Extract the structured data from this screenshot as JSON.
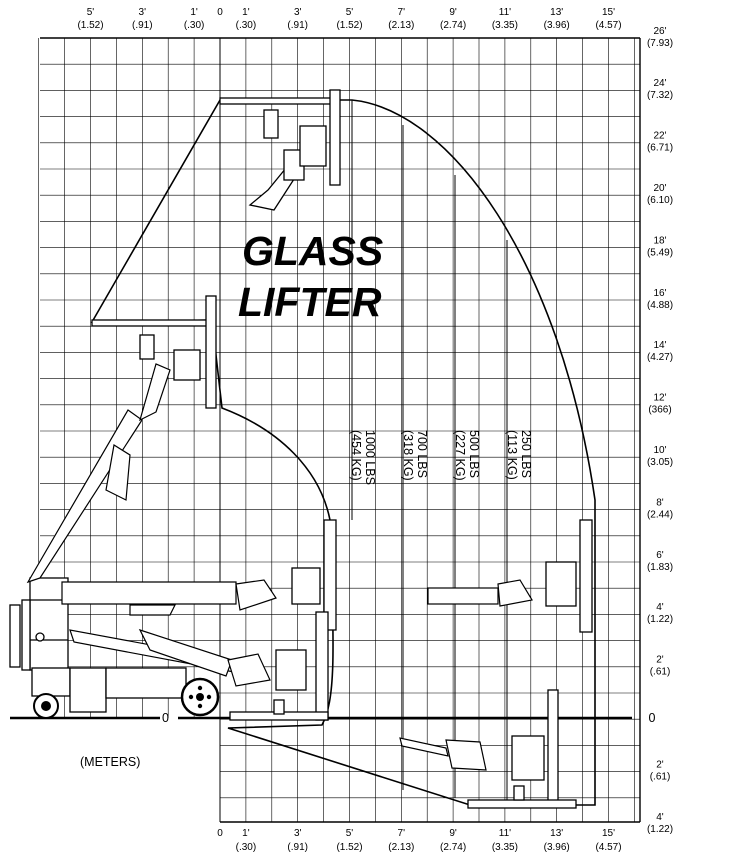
{
  "title_line1": "GLASS",
  "title_line2": "LIFTER",
  "meters_label": "(METERS)",
  "zero_label": "0",
  "top_axis": [
    {
      "ft": "5'",
      "m": "(1.52)"
    },
    {
      "ft": "3'",
      "m": "(.91)"
    },
    {
      "ft": "1'",
      "m": "(.30)"
    },
    {
      "ft": "0",
      "m": ""
    },
    {
      "ft": "1'",
      "m": "(.30)"
    },
    {
      "ft": "3'",
      "m": "(.91)"
    },
    {
      "ft": "5'",
      "m": "(1.52)"
    },
    {
      "ft": "7'",
      "m": "(2.13)"
    },
    {
      "ft": "9'",
      "m": "(2.74)"
    },
    {
      "ft": "11'",
      "m": "(3.35)"
    },
    {
      "ft": "13'",
      "m": "(3.96)"
    },
    {
      "ft": "15'",
      "m": "(4.57)"
    }
  ],
  "bottom_axis": [
    {
      "ft": "0",
      "m": ""
    },
    {
      "ft": "1'",
      "m": "(.30)"
    },
    {
      "ft": "3'",
      "m": "(.91)"
    },
    {
      "ft": "5'",
      "m": "(1.52)"
    },
    {
      "ft": "7'",
      "m": "(2.13)"
    },
    {
      "ft": "9'",
      "m": "(2.74)"
    },
    {
      "ft": "11'",
      "m": "(3.35)"
    },
    {
      "ft": "13'",
      "m": "(3.96)"
    },
    {
      "ft": "15'",
      "m": "(4.57)"
    }
  ],
  "right_axis": [
    {
      "ft": "26'",
      "m": "(7.93)"
    },
    {
      "ft": "24'",
      "m": "(7.32)"
    },
    {
      "ft": "22'",
      "m": "(6.71)"
    },
    {
      "ft": "20'",
      "m": "(6.10)"
    },
    {
      "ft": "18'",
      "m": "(5.49)"
    },
    {
      "ft": "16'",
      "m": "(4.88)"
    },
    {
      "ft": "14'",
      "m": "(4.27)"
    },
    {
      "ft": "12'",
      "m": "(366)"
    },
    {
      "ft": "10'",
      "m": "(3.05)"
    },
    {
      "ft": "8'",
      "m": "(2.44)"
    },
    {
      "ft": "6'",
      "m": "(1.83)"
    },
    {
      "ft": "4'",
      "m": "(1.22)"
    },
    {
      "ft": "2'",
      "m": "(.61)"
    },
    {
      "ft": "0",
      "m": ""
    },
    {
      "ft": "2'",
      "m": "(.61)"
    },
    {
      "ft": "4'",
      "m": "(1.22)"
    }
  ],
  "capacity_labels": [
    {
      "lbs": "1000 LBS",
      "kg": "(454 KG)"
    },
    {
      "lbs": "700 LBS",
      "kg": "(318 KG)"
    },
    {
      "lbs": "500 LBS",
      "kg": "(227 KG)"
    },
    {
      "lbs": "250 LBS",
      "kg": "(113 KG)"
    }
  ]
}
